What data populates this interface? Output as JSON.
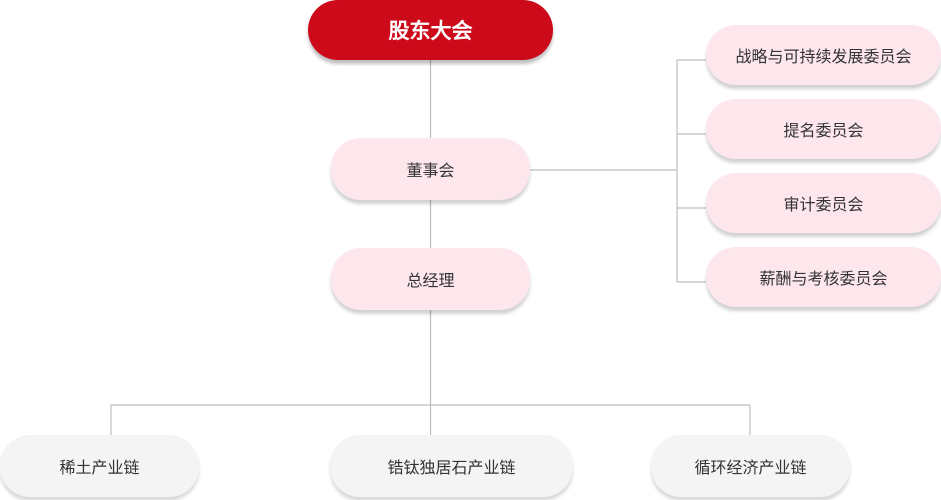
{
  "diagram": {
    "top": {
      "label": "股东大会"
    },
    "board": {
      "label": "董事会"
    },
    "manager": {
      "label": "总经理"
    },
    "committees": [
      {
        "label": "战略与可持续发展委员会"
      },
      {
        "label": "提名委员会"
      },
      {
        "label": "审计委员会"
      },
      {
        "label": "薪酬与考核委员会"
      }
    ],
    "chains": [
      {
        "label": "稀土产业链"
      },
      {
        "label": "锆钛独居石产业链"
      },
      {
        "label": "循环经济产业链"
      }
    ]
  },
  "colors": {
    "top_fill": "#cc0a1a",
    "pink_fill": "#fde7ec",
    "grey_fill": "#f4f4f4",
    "connector": "#bdbdbd"
  }
}
